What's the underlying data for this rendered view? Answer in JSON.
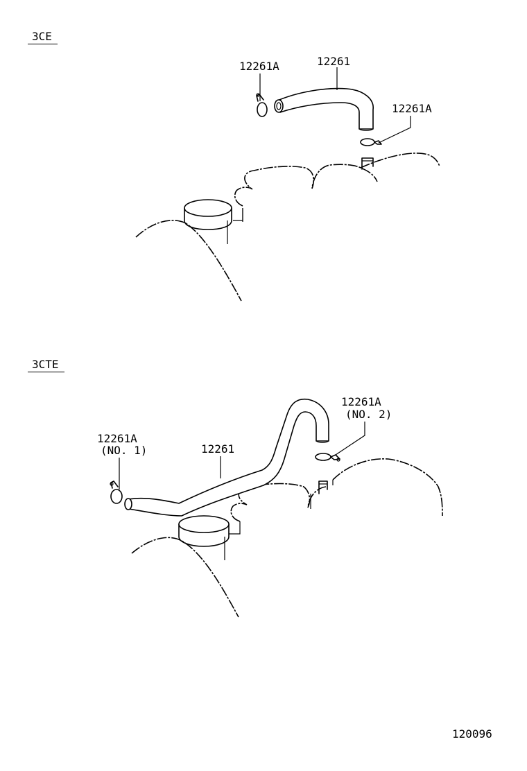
{
  "section_top": {
    "label": "3CE"
  },
  "section_bottom": {
    "label": "3CTE"
  },
  "top_callouts": {
    "clamp_left": "12261A",
    "hose": "12261",
    "clamp_right": "12261A"
  },
  "bottom_callouts": {
    "clamp_no1": "12261A",
    "clamp_no1_sub": "(NO. 1)",
    "hose": "12261",
    "clamp_no2": "12261A",
    "clamp_no2_sub": "(NO. 2)"
  },
  "figure_number": "120096"
}
